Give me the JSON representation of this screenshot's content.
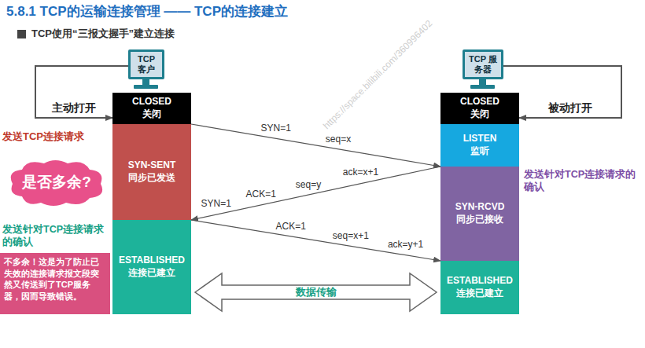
{
  "diagram": {
    "title": "5.8.1 TCP的运输连接管理 —— TCP的连接建立",
    "nodes": [
      {
        "text": [
          "TCP 客户"
        ]
      },
      {
        "text": [
          "CLOSED",
          "关闭"
        ]
      },
      {
        "text": [
          "SYN-SENT",
          "同步已发送"
        ]
      },
      {
        "text": [
          "ESTABLISHED",
          "连接已建立"
        ]
      },
      {
        "text": [
          "TCP 服务器"
        ]
      },
      {
        "text": [
          "CLOSED",
          "关闭"
        ]
      },
      {
        "text": [
          "LISTEN",
          "监听"
        ]
      },
      {
        "text": [
          "SYN-RCVD",
          "同步已接收"
        ]
      },
      {
        "text": [
          "ESTABLISHED",
          "连接已建立"
        ]
      },
      {
        "text": [
          "是否多余?"
        ]
      },
      {
        "text": [
          "不多余！这是为了防止已失效的连接请求报文段突然又传送到了TCP服务器，因而导致错误。"
        ]
      }
    ],
    "edges": [
      {
        "from": 0,
        "to": 1,
        "label": "主动打开",
        "arrow": "to"
      },
      {
        "from": 4,
        "to": 5,
        "label": "被动打开",
        "arrow": "to"
      },
      {
        "from": 2,
        "to": 6,
        "label": "SYN=1",
        "arrow": "to"
      },
      {
        "from": 7,
        "to": 2,
        "label": "SYN=1",
        "arrow": "to"
      },
      {
        "from": 3,
        "to": 8,
        "label": "ACK=1",
        "arrow": "to"
      },
      {
        "from": 3,
        "to": 8,
        "label": "数据传输",
        "arrow": "both"
      }
    ],
    "labels": [
      "TCP使用“三报文握手”建立连接",
      "发送TCP连接请求",
      "发送针对TCP连接请求的确认",
      "发送针对TCP连接请求的确认",
      "seq=x",
      "ACK=1",
      "seq=y",
      "ack=x+1",
      "seq=x+1",
      "ack=y+1",
      "https://space.bilibili.com/360996402"
    ]
  }
}
